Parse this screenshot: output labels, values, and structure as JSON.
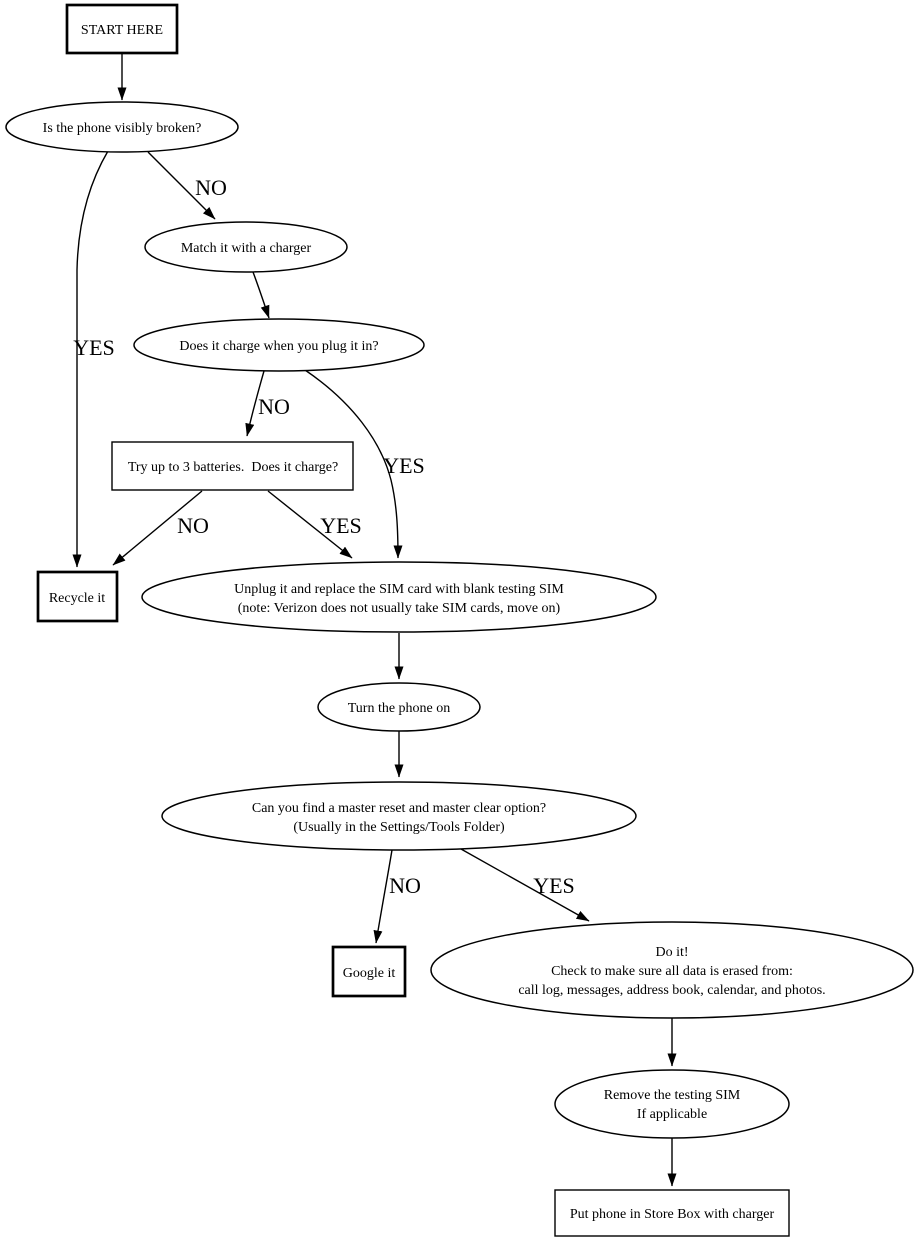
{
  "diagram": {
    "type": "flowchart",
    "background_color": "#ffffff",
    "line_color": "#000000",
    "text_color": "#000000",
    "nodes": {
      "start": {
        "shape": "box-bold",
        "label": "START HERE"
      },
      "visibly_broken": {
        "shape": "ellipse",
        "label": "Is the phone visibly broken?"
      },
      "match_charger": {
        "shape": "ellipse",
        "label": "Match it with a charger"
      },
      "does_it_charge": {
        "shape": "ellipse",
        "label": "Does it charge when you plug it in?"
      },
      "try_batteries": {
        "shape": "box",
        "label": "Try up to 3 batteries.  Does it charge?"
      },
      "recycle": {
        "shape": "box-bold",
        "label": "Recycle it"
      },
      "replace_sim": {
        "shape": "ellipse",
        "lines": [
          "Unplug it and replace the SIM card with blank testing SIM",
          "(note: Verizon does not usually take SIM cards, move on)"
        ]
      },
      "turn_on": {
        "shape": "ellipse",
        "label": "Turn the phone on"
      },
      "master_reset": {
        "shape": "ellipse",
        "lines": [
          "Can you find a master reset and master clear option?",
          "(Usually in the Settings/Tools Folder)"
        ]
      },
      "google_it": {
        "shape": "box-bold",
        "label": "Google it"
      },
      "do_it": {
        "shape": "ellipse",
        "lines": [
          "Do it!",
          "Check to make sure all data is erased from:",
          "call log, messages, address book, calendar, and photos."
        ]
      },
      "remove_sim": {
        "shape": "ellipse",
        "lines": [
          "Remove the testing SIM",
          "If applicable"
        ]
      },
      "store_box": {
        "shape": "box",
        "label": "Put phone in Store Box with charger"
      }
    },
    "edge_labels": {
      "broken_no": "NO",
      "broken_yes": "YES",
      "charge_no": "NO",
      "charge_yes": "YES",
      "batteries_no": "NO",
      "batteries_yes": "YES",
      "reset_no": "NO",
      "reset_yes": "YES"
    }
  }
}
